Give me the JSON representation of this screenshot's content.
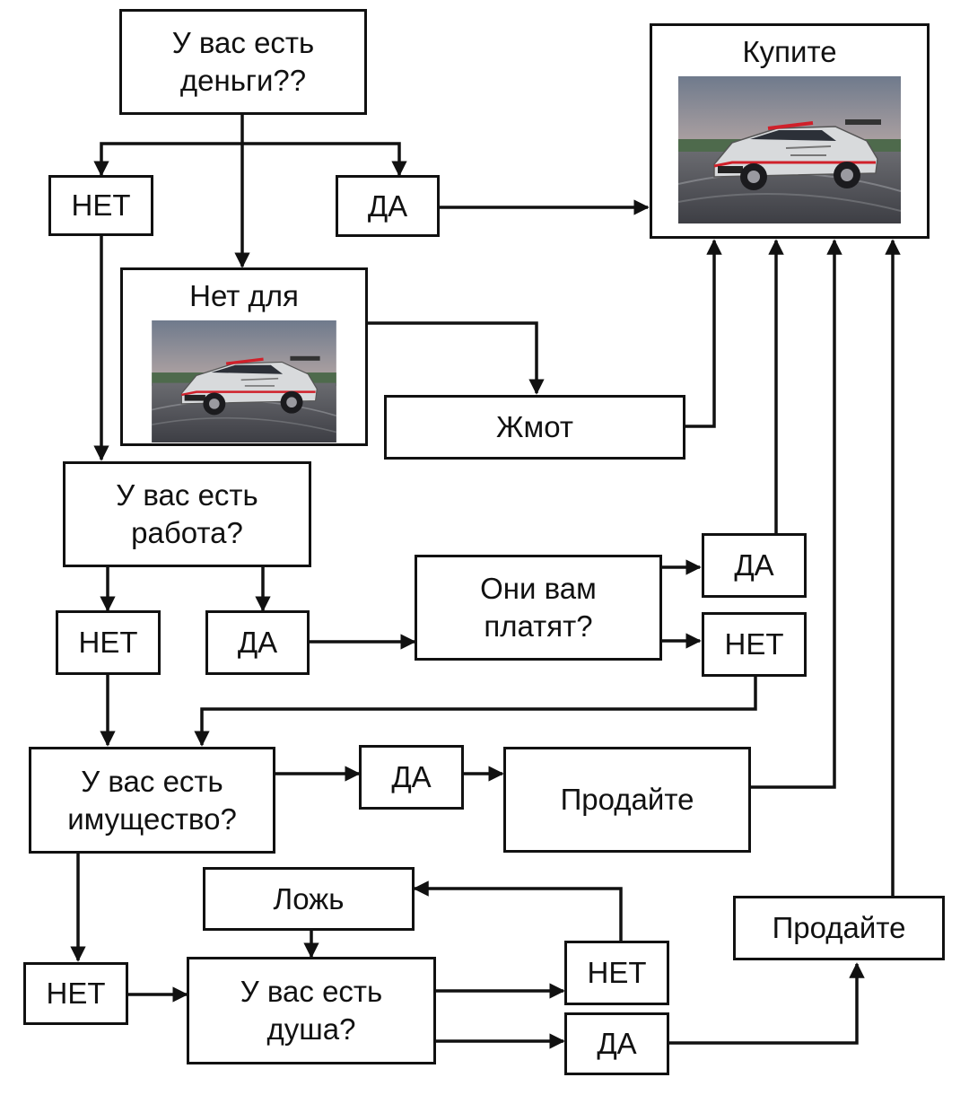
{
  "nodes": {
    "q_money": "У вас есть\nденьги??",
    "no_1": "НЕТ",
    "yes_1": "ДА",
    "buy": "Купите",
    "not_for": "Нет для",
    "stingy": "Жмот",
    "q_job": "У вас есть\nработа?",
    "no_2": "НЕТ",
    "yes_2": "ДА",
    "q_paid": "Они вам\nплатят?",
    "yes_3": "ДА",
    "no_3": "НЕТ",
    "q_property": "У вас есть\nимущество?",
    "yes_4": "ДА",
    "sell_1": "Продайте",
    "lie": "Ложь",
    "sell_2": "Продайте",
    "no_4": "НЕТ",
    "q_soul": "У вас есть\nдуша?",
    "no_5": "НЕТ",
    "yes_5": "ДА"
  },
  "images": {
    "car_photo": "drift-car-photo"
  },
  "colors": {
    "stroke": "#111111",
    "background": "#ffffff",
    "car_body": "#d8dadc",
    "car_accent": "#d0202a",
    "sky": "#7d8796",
    "track": "#5a5a5e"
  }
}
